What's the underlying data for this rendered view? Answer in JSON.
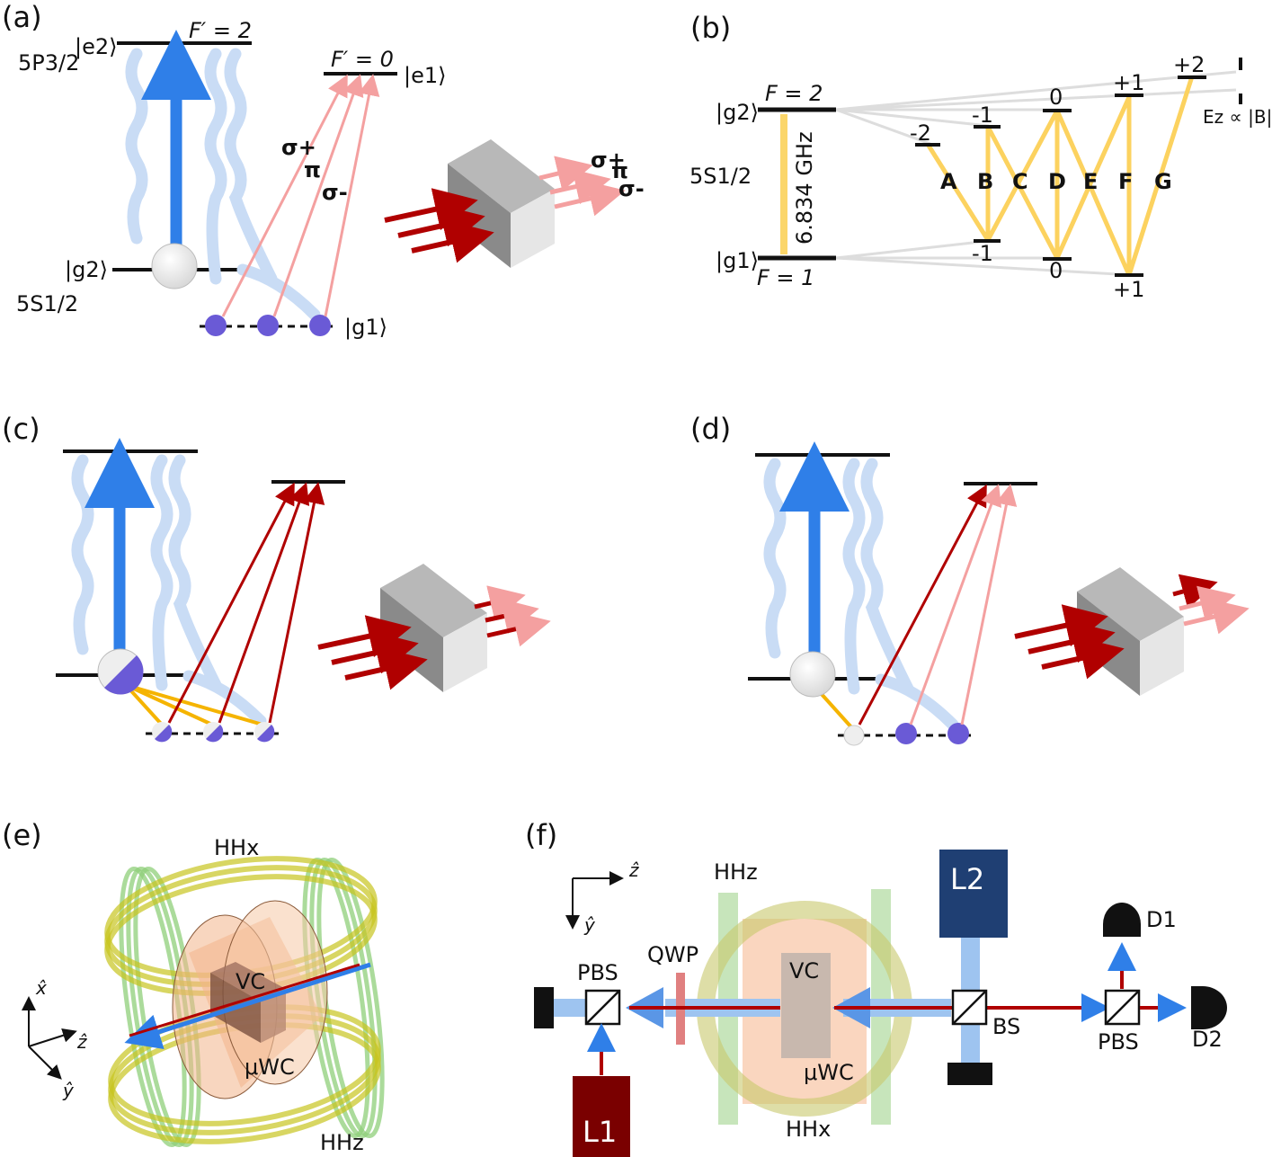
{
  "panels": {
    "a": {
      "label": "(a)",
      "excited_state_label": "5P3/2",
      "excited_ket": "|e2⟩",
      "excited_F": "F′ = 2",
      "F0_label": "F′ = 0",
      "F0_ket": "|e1⟩",
      "g2_ket": "|g2⟩",
      "ground_label": "5S1/2",
      "g1_ket": "|g1⟩",
      "sigma_plus": "σ+",
      "pi": "π",
      "sigma_minus": "σ-",
      "cube_out_sigma_plus": "σ+",
      "cube_out_pi": "π",
      "cube_out_sigma_minus": "σ-"
    },
    "b": {
      "label": "(b)",
      "g2_ket": "|g2⟩",
      "F2_label": "F = 2",
      "state_label": "5S1/2",
      "splitting": "6.834 GHz",
      "g1_ket": "|g1⟩",
      "F1_label": "F = 1",
      "upper_m": [
        "-2",
        "-1",
        "0",
        "+1",
        "+2"
      ],
      "lower_m": [
        "-1",
        "0",
        "+1"
      ],
      "transitions": [
        "A",
        "B",
        "C",
        "D",
        "E",
        "F",
        "G"
      ],
      "zeeman": "Ez ∝ |B|"
    },
    "c": {
      "label": "(c)"
    },
    "d": {
      "label": "(d)"
    },
    "e": {
      "label": "(e)",
      "coil_x": "HHx",
      "coil_z": "HHz",
      "cell": "VC",
      "cavity": "μWC",
      "axis_x": "x̂",
      "axis_z": "ẑ",
      "axis_y": "ŷ"
    },
    "f": {
      "label": "(f)",
      "axis_z": "ẑ",
      "axis_y": "ŷ",
      "coil_z": "HHz",
      "coil_x": "HHx",
      "laser2": "L2",
      "laser1": "L1",
      "pbs_left": "PBS",
      "qwp": "QWP",
      "cell": "VC",
      "cavity": "μWC",
      "bs": "BS",
      "pbs_right": "PBS",
      "detector1": "D1",
      "detector2": "D2"
    }
  },
  "colors": {
    "pump_blue": "#2f7fe8",
    "probe_red": "#b00000",
    "probe_pink": "#f4a0a0",
    "fluorescence": "#c9dcf5",
    "atom_purple": "#6a5ad6",
    "transition_gold": "#fbc02d",
    "laser_L1": "#7a0000",
    "laser_L2": "#1f3f73"
  }
}
